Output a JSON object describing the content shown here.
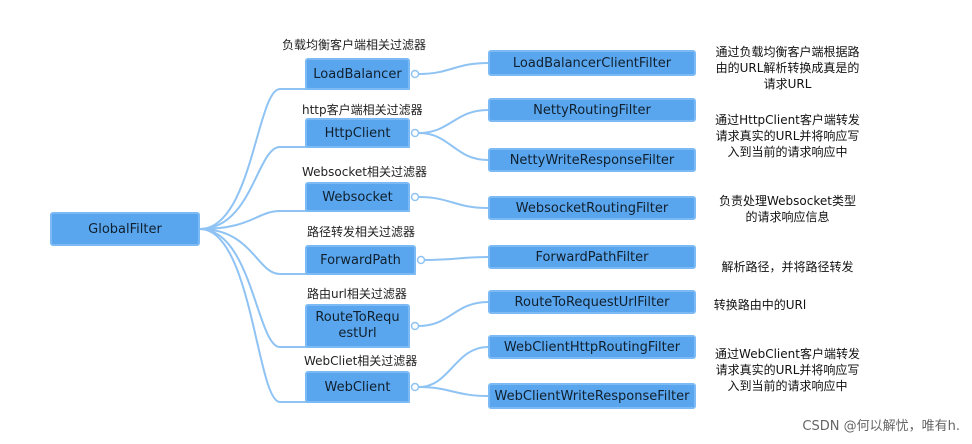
{
  "root": {
    "label": "GlobalFilter"
  },
  "groups": [
    {
      "title": "负载均衡客户端相关过滤器",
      "label": "LoadBalancer",
      "filters": [
        "LoadBalancerClientFilter"
      ],
      "description": [
        "通过负载均衡客户端根据路",
        "由的URL解析转换成真是的",
        "请求URL"
      ]
    },
    {
      "title": "http客户端相关过滤器",
      "label": "HttpClient",
      "filters": [
        "NettyRoutingFilter",
        "NettyWriteResponseFilter"
      ],
      "description": [
        "通过HttpClient客户端转发",
        "请求真实的URL并将响应写",
        "入到当前的请求响应中"
      ]
    },
    {
      "title": "Websocket相关过滤器",
      "label": "Websocket",
      "filters": [
        "WebsocketRoutingFilter"
      ],
      "description": [
        "负责处理Websocket类型",
        "的请求响应信息"
      ]
    },
    {
      "title": "路径转发相关过滤器",
      "label": "ForwardPath",
      "filters": [
        "ForwardPathFilter"
      ],
      "description": [
        "解析路径，并将路径转发"
      ]
    },
    {
      "title": "路由url相关过滤器",
      "label": "RouteToRequestUrl",
      "label_lines": [
        "RouteToRequ",
        "estUrl"
      ],
      "filters": [
        "RouteToRequestUrlFilter"
      ],
      "description": [
        "转换路由中的URl"
      ]
    },
    {
      "title": "WebCliet相关过滤器",
      "label": "WebClient",
      "filters": [
        "WebClientHttpRoutingFilter",
        "WebClientWriteResponseFilter"
      ],
      "description": [
        "通过WebClient客户端转发",
        "请求真实的URL并将响应写",
        "入到当前的请求响应中"
      ]
    }
  ],
  "watermark": "CSDN @何以解忧，唯有h.",
  "colors": {
    "node_fill": "#5aa6ee",
    "node_border": "#7cbaf5",
    "connector": "#8fc3f3"
  }
}
